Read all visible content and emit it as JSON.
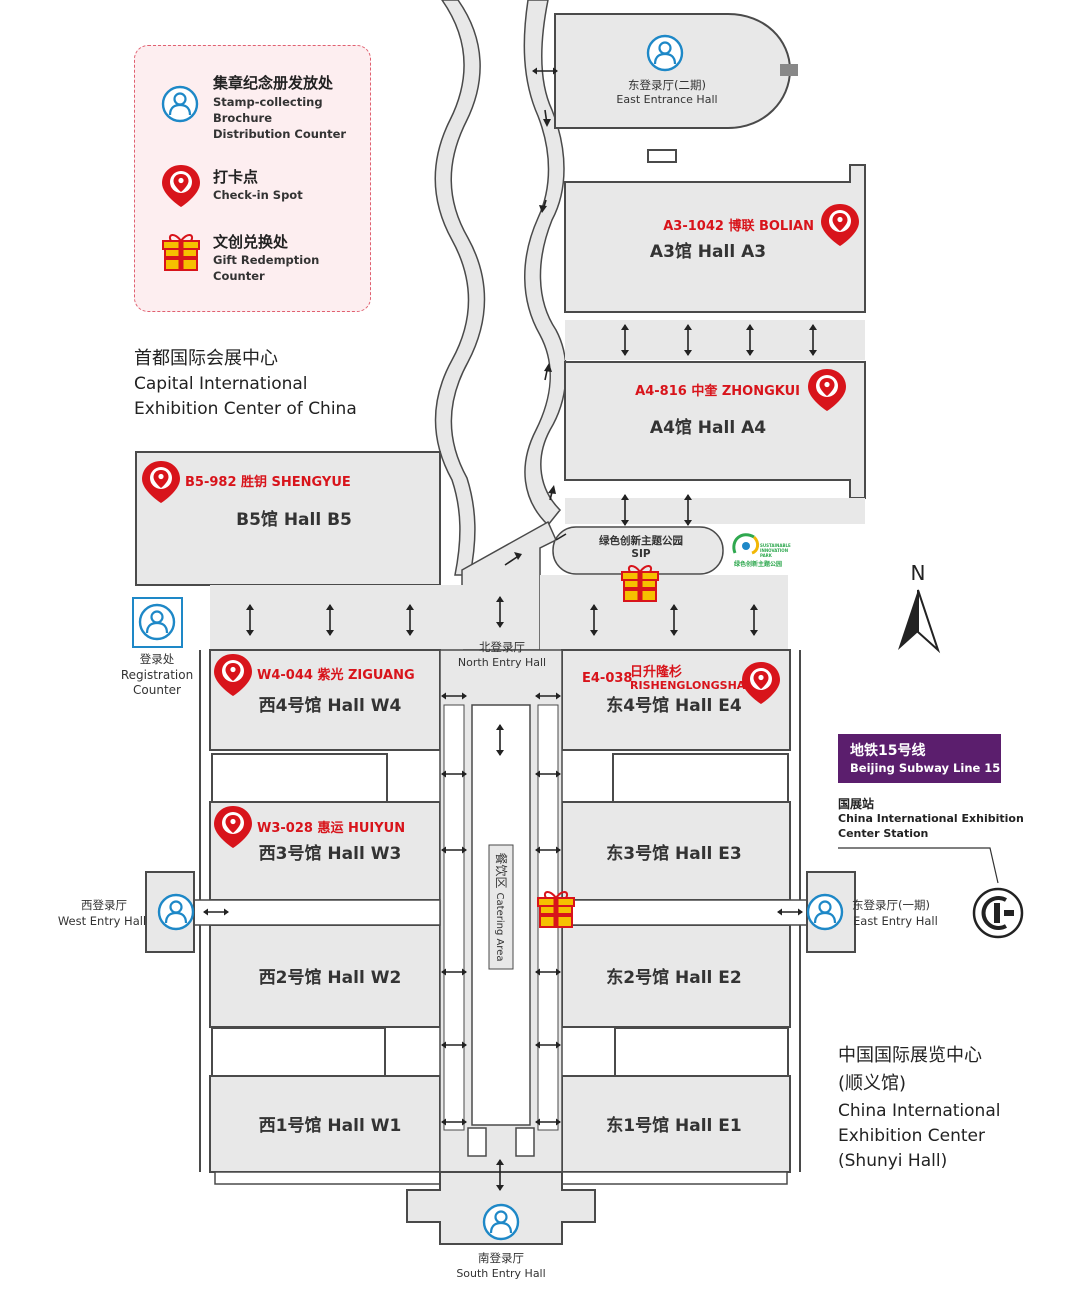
{
  "legend": {
    "stamp_cn": "集章纪念册发放处",
    "stamp_en": "Stamp-collecting Brochure Distribution Counter",
    "checkin_cn": "打卡点",
    "checkin_en": "Check-in Spot",
    "gift_cn": "文创兑换处",
    "gift_en": "Gift Redemption Counter"
  },
  "venue_capital": {
    "cn": "首都国际会展中心",
    "en_line1": "Capital International",
    "en_line2": "Exhibition Center of China"
  },
  "venue_shunyi": {
    "cn_line1": "中国国际展览中心",
    "cn_line2": "(顺义馆)",
    "en_line1": "China International",
    "en_line2": "Exhibition Center",
    "en_line3": "(Shunyi Hall)"
  },
  "halls": {
    "a3": "A3馆 Hall A3",
    "a4": "A4馆 Hall A4",
    "b5": "B5馆 Hall B5",
    "w4": "西4号馆 Hall W4",
    "w3": "西3号馆 Hall W3",
    "w2": "西2号馆 Hall W2",
    "w1": "西1号馆 Hall W1",
    "e4": "东4号馆 Hall E4",
    "e3": "东3号馆 Hall E3",
    "e2": "东2号馆 Hall E2",
    "e1": "东1号馆 Hall E1"
  },
  "booths": {
    "a3": "A3-1042 博联 BOLIAN",
    "a4": "A4-816 中奎 ZHONGKUI",
    "b5": "B5-982 胜钥 SHENGYUE",
    "w4": "W4-044 紫光 ZIGUANG",
    "w3": "W3-028 惠运 HUIYUN",
    "e4_code": "E4-038",
    "e4_cn": "日升隆杉",
    "e4_en": "RISHENGLONGSHAN"
  },
  "entrances": {
    "east_phase2_cn": "东登录厅(二期)",
    "east_phase2_en": "East Entrance Hall",
    "north_cn": "北登录厅",
    "north_en": "North Entry Hall",
    "south_cn": "南登录厅",
    "south_en": "South Entry Hall",
    "west_cn": "西登录厅",
    "west_en": "West Entry Hall",
    "east_phase1_cn": "东登录厅(一期)",
    "east_phase1_en": "East Entry Hall",
    "registration_cn": "登录处",
    "registration_en": "Registration Counter"
  },
  "park": {
    "cn": "绿色创新主题公园",
    "en": "SIP",
    "logo_cn": "绿色创新主题公园",
    "logo_en_1": "SUSTAINABLE",
    "logo_en_2": "INNOVATION",
    "logo_en_3": "PARK"
  },
  "catering": {
    "cn": "餐饮区",
    "en": "Catering Area"
  },
  "compass": {
    "label": "N"
  },
  "subway": {
    "line_cn": "地铁15号线",
    "line_en": "Beijing Subway Line 15",
    "station_cn": "国展站",
    "station_en_1": "China International Exhibition",
    "station_en_2": "Center Station"
  },
  "colors": {
    "accent_red": "#d8141b",
    "entry_blue": "#1e88c7",
    "subway_purple": "#5b1e6d",
    "hall_gray": "#e8e8e8",
    "gift_yellow": "#f6c000"
  }
}
